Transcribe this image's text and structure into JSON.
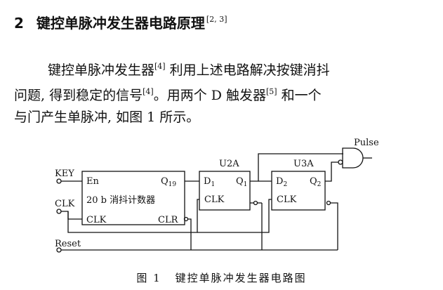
{
  "section": {
    "number": "2",
    "title": "键控单脉冲发生器电路原理",
    "cite": "[2, 3]"
  },
  "paragraph": {
    "line1_a": "键控单脉冲发生器",
    "cite_a": "[4]",
    "line1_b": " 利用上述电路解决按键消抖",
    "line2_a": "问题, 得到稳定的信号",
    "cite_b": "[4]",
    "line2_b": "。用两个 D 触发器",
    "cite_c": "[5]",
    "line2_c": " 和一个",
    "line3": "与门产生单脉冲, 如图 1 所示。"
  },
  "figure": {
    "inputs": {
      "key": "KEY",
      "clk": "CLK",
      "reset": "Reset"
    },
    "output": "Pulse",
    "counter": {
      "en": "En",
      "q": "Q",
      "q_sub": "19",
      "desc": "20 b 消抖计数器",
      "clk": "CLK",
      "clr": "CLR"
    },
    "u2a": {
      "label": "U2A",
      "d": "D",
      "d_sub": "1",
      "q": "Q",
      "q_sub": "1",
      "clk": "CLK"
    },
    "u3a": {
      "label": "U3A",
      "d": "D",
      "d_sub": "2",
      "q": "Q",
      "q_sub": "2",
      "clk": "CLK"
    },
    "caption_num": "图 1",
    "caption_text": "键控单脉冲发生器电路图"
  }
}
